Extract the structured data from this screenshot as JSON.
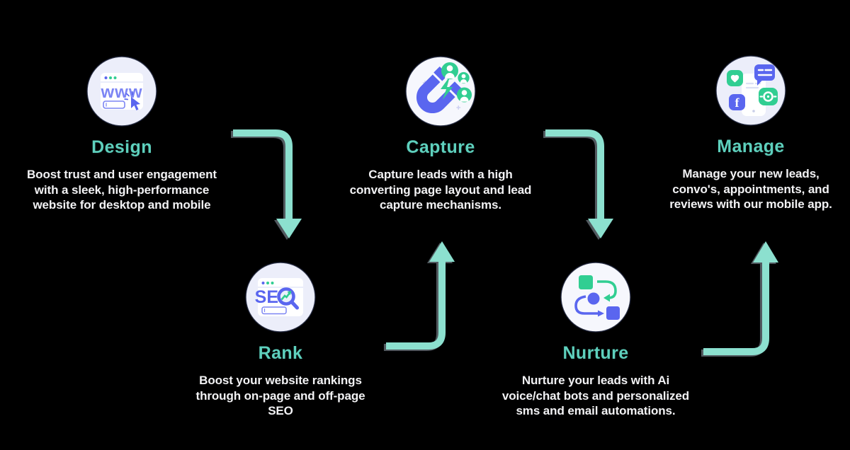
{
  "diagram_title": "",
  "colors": {
    "background": "#000000",
    "title-teal": "#5ED0BD",
    "arrow-teal": "#8CE0CF",
    "indigo": "#5A66EF",
    "indigo-light": "#7C85F4",
    "green": "#31CE92",
    "circle-bg": "#ECEEFA",
    "circle-bg-light": "#F6F7FD",
    "body-text": "#F2F2F4"
  },
  "steps": [
    {
      "id": "design",
      "title": "Design",
      "description": "Boost trust and user engagement\nwith a sleek, high-performance\nwebsite for desktop and mobile",
      "icon": "browser-www-icon"
    },
    {
      "id": "capture",
      "title": "Capture",
      "description": "Capture leads with a high\nconverting page layout and lead\ncapture mechanisms.",
      "icon": "lead-magnet-icon"
    },
    {
      "id": "manage",
      "title": "Manage",
      "description": "Manage your new leads,\nconvo's, appointments, and\nreviews with our mobile app.",
      "icon": "mobile-app-icon"
    },
    {
      "id": "rank",
      "title": "Rank",
      "description": "Boost your website rankings\nthrough on-page and off-page\nSEO",
      "icon": "seo-search-icon"
    },
    {
      "id": "nurture",
      "title": "Nurture",
      "description": "Nurture your leads with Ai\nvoice/chat bots and personalized\nsms and email automations.",
      "icon": "automation-flow-icon"
    }
  ],
  "arrows": [
    {
      "from": "Design",
      "to": "Rank",
      "direction": "down"
    },
    {
      "from": "Rank",
      "to": "Capture",
      "direction": "up"
    },
    {
      "from": "Capture",
      "to": "Nurture",
      "direction": "down"
    },
    {
      "from": "Nurture",
      "to": "Manage",
      "direction": "up"
    }
  ]
}
